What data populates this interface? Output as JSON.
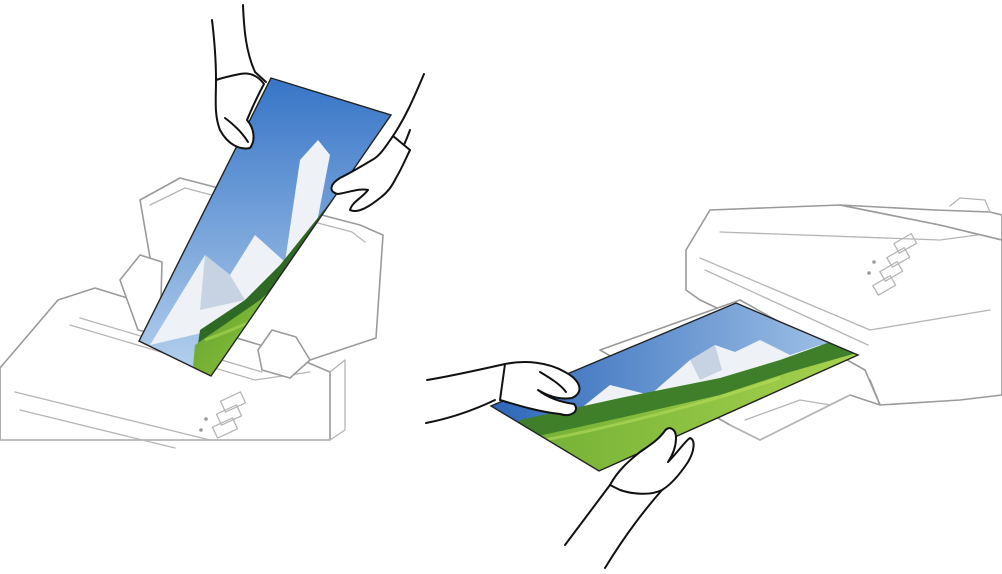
{
  "scene": {
    "panels": [
      {
        "id": "left",
        "device": "document-scanner",
        "action": "insert-long-paper-into-input-tray"
      },
      {
        "id": "right",
        "device": "document-scanner",
        "action": "receive-long-paper-from-output-tray"
      }
    ],
    "document": {
      "content": "landscape-photo",
      "orientation": "long-paper"
    }
  },
  "colors": {
    "device_outline": "#9a9a9a",
    "hand_outline": "#111111",
    "sky_top": "#2f6fc4",
    "sky_bottom": "#bcd6ef",
    "mountain": "#e9eef5",
    "meadow_far": "#3f7f2a",
    "meadow_near": "#8cc63f"
  }
}
